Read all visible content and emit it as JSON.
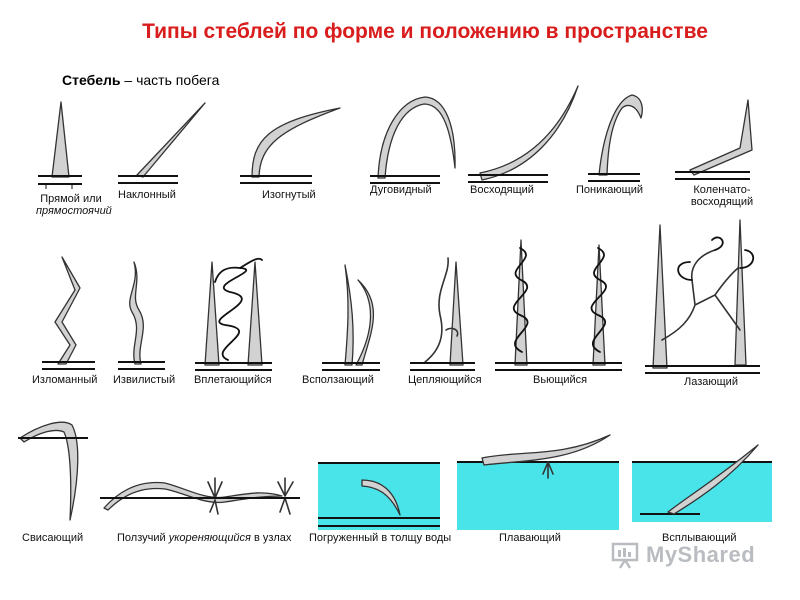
{
  "page": {
    "title": "Типы стеблей по форме и положению в пространстве",
    "subtitle_term": "Стебель",
    "subtitle_rest": " – часть побега"
  },
  "labels": {
    "pryamoy_line1": "Прямой или",
    "pryamoy_line2": "прямостоячий",
    "naklonny": "Наклонный",
    "izognuty": "Изогнутый",
    "dugovidny": "Дуговидный",
    "voshodyashchiy": "Восходящий",
    "ponikayushchiy": "Поникающий",
    "kolenchato_line1": "Коленчато-",
    "kolenchato_line2": "восходящий",
    "izlomanny": "Изломанный",
    "izvilisty": "Извилистый",
    "vpletayushchiysya": "Вплетающийся",
    "vspolzayushchiy": "Всползающий",
    "ceplyayushchiysya": "Цепляющийся",
    "vyushchiysya": "Вьющийся",
    "lazayushchiy": "Лазающий",
    "svisayushchiy": "Свисающий",
    "polzuchiy_a": "Ползучий ",
    "polzuchiy_b": "укореняющийся",
    "polzuchiy_c": " в узлах",
    "pogruzhenny": "Погруженный в толщу воды",
    "plavayushchiy": "Плавающий",
    "vsplyvayushchiy": "Всплывающий"
  },
  "watermark": {
    "text": "MyShared",
    "icon": "presentation-board-icon"
  },
  "colors": {
    "title": "#d91c1c",
    "stem_fill": "#d2d2d2",
    "water": "#48e4ea"
  }
}
